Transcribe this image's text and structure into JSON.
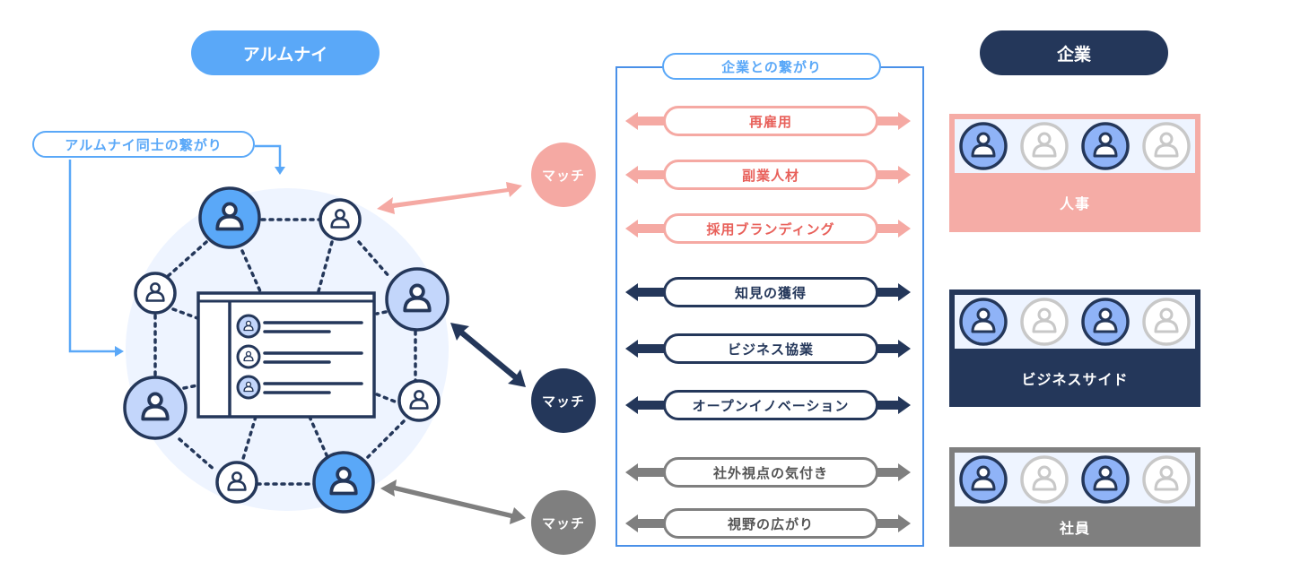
{
  "alumni": {
    "header": "アルムナイ",
    "connection_label": "アルムナイ同士の繋がり",
    "network_node_icon": "person-icon",
    "profile_list_items": 3
  },
  "company_connections": {
    "title": "企業との繋がり",
    "groups": [
      {
        "color": "#f5a9a3",
        "text_color": "#e8605a",
        "items": [
          "再雇用",
          "副業人材",
          "採用ブランディング"
        ]
      },
      {
        "color": "#24375a",
        "text_color": "#24375a",
        "items": [
          "知見の獲得",
          "ビジネス協業",
          "オープンイノベーション"
        ]
      },
      {
        "color": "#7f7f7f",
        "text_color": "#555555",
        "items": [
          "社外視点の気付き",
          "視野の広がり"
        ]
      }
    ]
  },
  "matches": [
    {
      "label": "マッチ",
      "color": "#f5a9a3"
    },
    {
      "label": "マッチ",
      "color": "#24375a"
    },
    {
      "label": "マッチ",
      "color": "#7f7f7f"
    }
  ],
  "company": {
    "header": "企業",
    "departments": [
      {
        "label": "人事",
        "color": "#f5aca6"
      },
      {
        "label": "ビジネスサイド",
        "color": "#24375a"
      },
      {
        "label": "社員",
        "color": "#7f7f7f"
      }
    ]
  },
  "colors": {
    "alumni_blue": "#5aa8f8",
    "navy": "#24375a",
    "light_bg": "#eef4ff",
    "node_light_blue": "#c3d6fb",
    "node_mid_blue": "#8fb3f7"
  }
}
